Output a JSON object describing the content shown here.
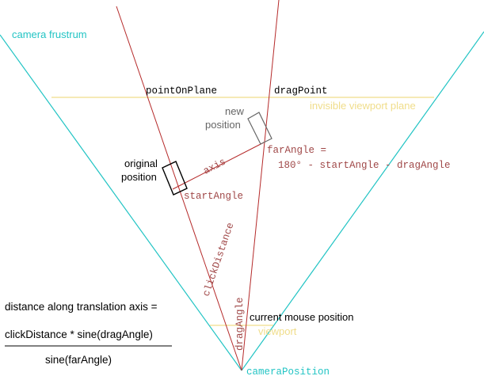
{
  "colors": {
    "frustum": "#22c4c4",
    "plane": "#f0dd8a",
    "ray": "#b52a2a",
    "label_brown": "#a04848",
    "box_gray": "#666666",
    "box_black": "#000000",
    "text": "#000000"
  },
  "labels": {
    "camera_frustrum": "camera frustrum",
    "point_on_plane": "pointOnPlane",
    "drag_point": "dragPoint",
    "invisible_viewport_plane": "invisible viewport plane",
    "new_position_line1": "new",
    "new_position_line2": "position",
    "original_position_line1": "original",
    "original_position_line2": "position",
    "axis": "axis",
    "far_angle_line1": "farAngle =",
    "far_angle_line2": "180° - startAngle - dragAngle",
    "start_angle": "startAngle",
    "click_distance": "clickDistance",
    "drag_angle": "dragAngle",
    "current_mouse_position": "current mouse position",
    "viewport": "viewport",
    "camera_position": "cameraPosition"
  },
  "formula": {
    "lhs": "distance along translation axis =",
    "numerator": "clickDistance * sine(dragAngle)",
    "denominator": "sine(farAngle)"
  }
}
